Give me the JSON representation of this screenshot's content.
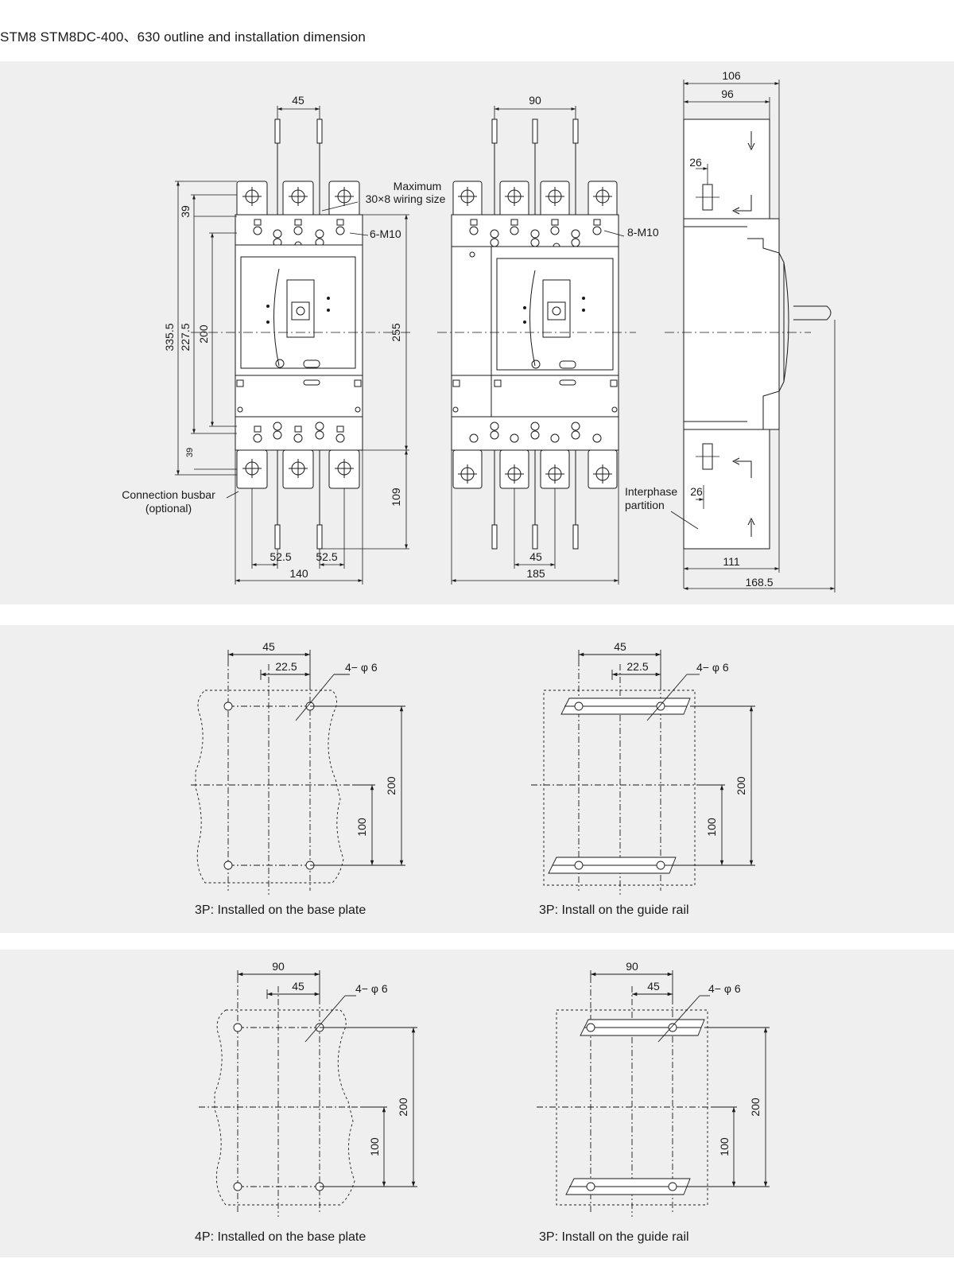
{
  "title": "STM8 STM8DC-400、630 outline and installation dimension",
  "outline": {
    "front3p": {
      "top_width": "45",
      "wiring_label_line1": "Maximum",
      "wiring_label_line2": "30×8 wiring size",
      "screw_label": "6-M10",
      "dim_335": "335.5",
      "dim_227": "227.5",
      "dim_200": "200",
      "dim_39_top": "39",
      "dim_39_bot": "39",
      "dim_255": "255",
      "dim_109": "109",
      "dim_52_left": "52.5",
      "dim_52_right": "52.5",
      "dim_140": "140",
      "busbar_line1": "Connection busbar",
      "busbar_line2": "(optional)"
    },
    "front4p": {
      "top_width": "90",
      "screw_label": "8-M10",
      "dim_45": "45",
      "dim_185": "185"
    },
    "side": {
      "dim_106": "106",
      "dim_96": "96",
      "dim_26_top": "26",
      "dim_26_bot": "26",
      "partition_line1": "Interphase",
      "partition_line2": "partition",
      "dim_111": "111",
      "dim_168": "168.5"
    }
  },
  "mounting": [
    {
      "pitch_outer": "45",
      "pitch_inner": "22.5",
      "holes": "4− φ 6",
      "height": "200",
      "half": "100",
      "caption": "3P: Installed on the base plate"
    },
    {
      "pitch_outer": "45",
      "pitch_inner": "22.5",
      "holes": "4− φ 6",
      "height": "200",
      "half": "100",
      "caption": "3P: Install on the guide rail"
    },
    {
      "pitch_outer": "90",
      "pitch_inner": "45",
      "holes": "4− φ 6",
      "height": "200",
      "half": "100",
      "caption": "4P: Installed on the base plate"
    },
    {
      "pitch_outer": "90",
      "pitch_inner": "45",
      "holes": "4− φ 6",
      "height": "200",
      "half": "100",
      "caption": "3P: Install on the guide rail"
    }
  ]
}
